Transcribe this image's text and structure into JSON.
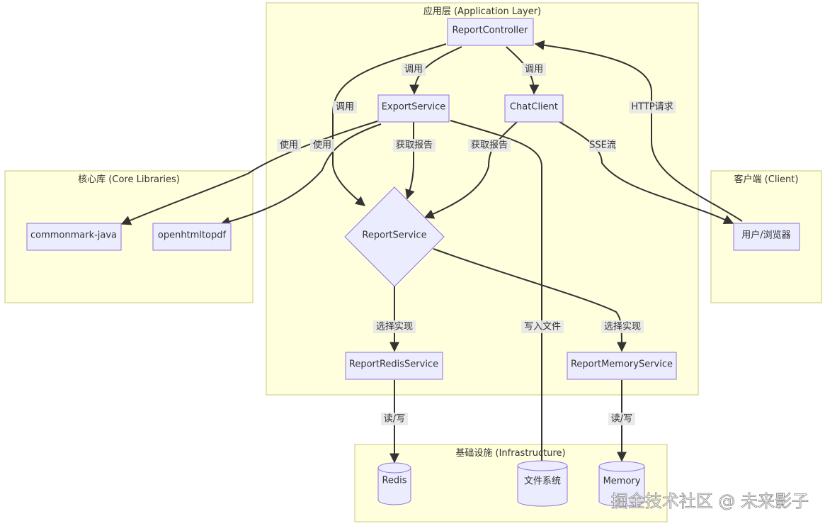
{
  "clusters": {
    "app": {
      "title": "应用层 (Application Layer)"
    },
    "core": {
      "title": "核心库 (Core Libraries)"
    },
    "client": {
      "title": "客户端 (Client)"
    },
    "infra": {
      "title": "基础设施 (Infrastructure)"
    }
  },
  "nodes": {
    "report_controller": "ReportController",
    "export_service": "ExportService",
    "chat_client": "ChatClient",
    "report_service": "ReportService",
    "report_redis_service": "ReportRedisService",
    "report_memory_service": "ReportMemoryService",
    "commonmark": "commonmark-java",
    "openhtmltopdf": "openhtmltopdf",
    "user_browser": "用户/浏览器",
    "redis": "Redis",
    "filesystem": "文件系统",
    "memory": "Memory"
  },
  "edges": {
    "ctrl_to_export": "调用",
    "ctrl_to_chat": "调用",
    "ctrl_to_report": "调用",
    "user_to_ctrl": "HTTP请求",
    "export_to_commonmark": "使用",
    "export_to_openhtml": "使用",
    "export_to_report": "获取报告",
    "chat_to_report": "获取报告",
    "chat_to_user": "SSE流",
    "export_to_fs": "写入文件",
    "report_to_redis_impl": "选择实现",
    "report_to_memory_impl": "选择实现",
    "redis_rw": "读/写",
    "memory_rw": "读/写"
  },
  "watermark": "掘金技术社区 @ 未来影子"
}
